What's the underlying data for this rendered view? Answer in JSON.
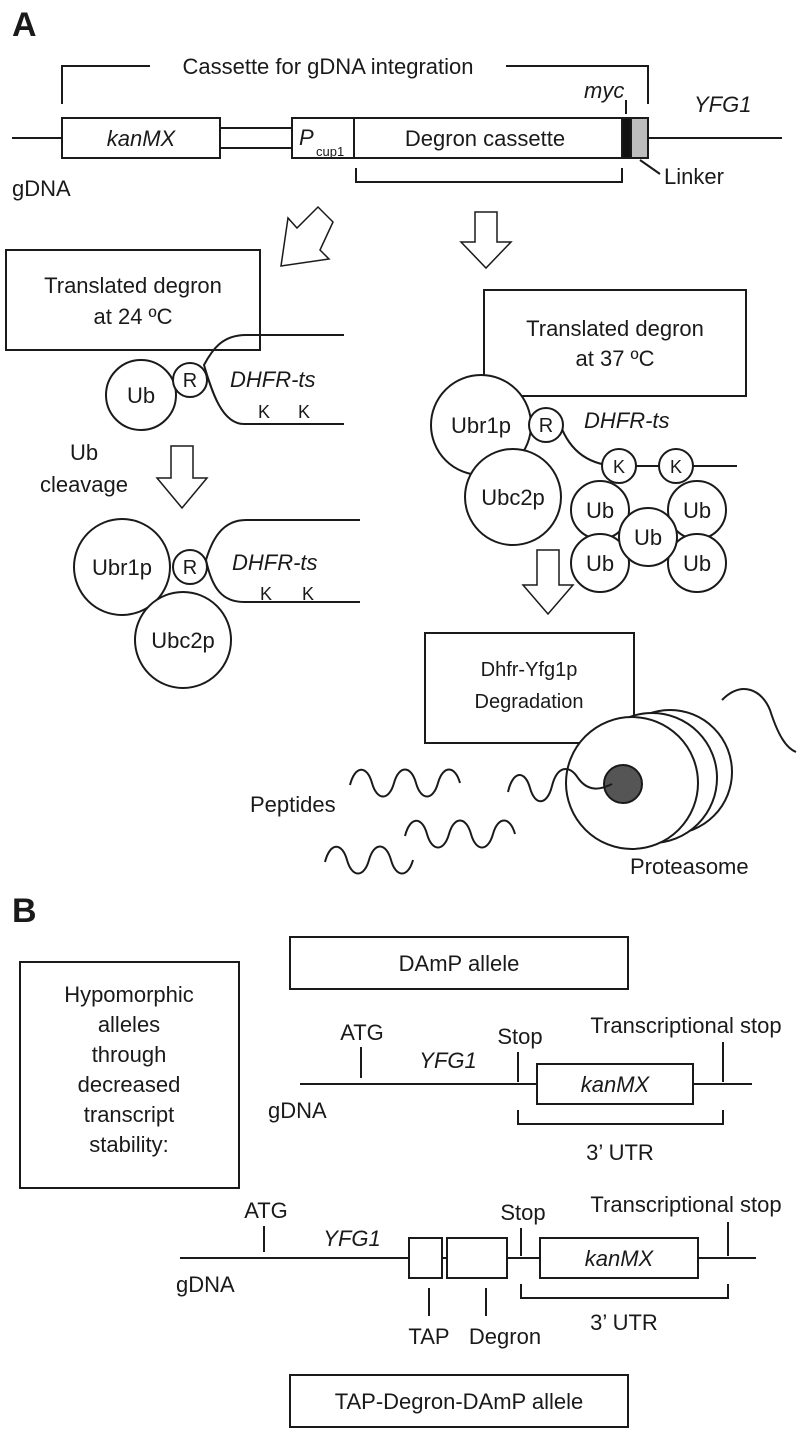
{
  "panel_a": {
    "label": "A",
    "cassette_label": "Cassette for gDNA integration",
    "myc": "myc",
    "yfg1": "YFG1",
    "kanmx": "kanMX",
    "promoter_p": "P",
    "promoter_sub": "cup1",
    "degron_cassette": "Degron cassette",
    "linker": "Linker",
    "gdna": "gDNA",
    "left": {
      "box_line1": "Translated degron",
      "box_line2": "at 24 ºC",
      "ub": "Ub",
      "r": "R",
      "dhfr": "DHFR-ts",
      "k1": "K",
      "k2": "K",
      "cleave_line1": "Ub",
      "cleave_line2": "cleavage",
      "ubr1p": "Ubr1p",
      "r2": "R",
      "dhfr2": "DHFR-ts",
      "k3": "K",
      "k4": "K",
      "ubc2p": "Ubc2p"
    },
    "right": {
      "box_line1": "Translated degron",
      "box_line2": "at 37 ºC",
      "ubr1p": "Ubr1p",
      "r": "R",
      "dhfr": "DHFR-ts",
      "ubc2p": "Ubc2p",
      "k1": "K",
      "k2": "K",
      "ub": "Ub",
      "deg_line1": "Dhfr-Yfg1p",
      "deg_line2": "Degradation",
      "peptides": "Peptides",
      "proteasome": "Proteasome"
    }
  },
  "panel_b": {
    "label": "B",
    "hypo_lines": [
      "Hypomorphic",
      "alleles",
      "through",
      "decreased",
      "transcript",
      "stability:"
    ],
    "damp_title": "DAmP allele",
    "damp": {
      "atg": "ATG",
      "yfg1": "YFG1",
      "stop": "Stop",
      "tstop": "Transcriptional stop",
      "gdna": "gDNA",
      "kanmx": "kanMX",
      "utr": "3’ UTR"
    },
    "tap": {
      "atg": "ATG",
      "yfg1": "YFG1",
      "stop": "Stop",
      "tstop": "Transcriptional stop",
      "gdna": "gDNA",
      "kanmx": "kanMX",
      "tap": "TAP",
      "degron": "Degron",
      "utr": "3’ UTR"
    },
    "tap_title": "TAP-Degron-DAmP allele"
  },
  "colors": {
    "ink": "#1a1a1a",
    "myc_band": "#111111",
    "linker_band": "#bdbdbd",
    "proteasome_core": "#555555"
  }
}
